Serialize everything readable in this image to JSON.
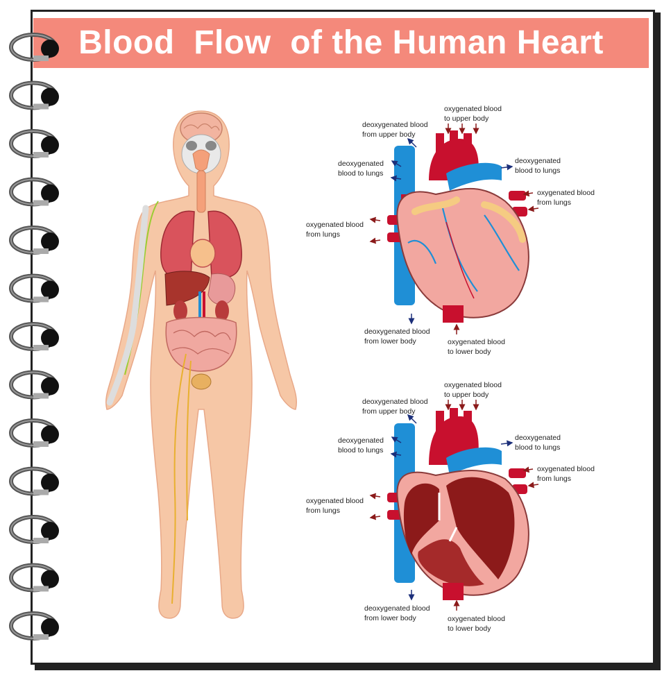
{
  "title": "Blood  Flow  of the Human Heart",
  "colors": {
    "banner": "#f4897b",
    "oxygenated": "#c8102e",
    "deoxygenated": "#1f8fd6",
    "arrow_red": "#8b1a1a",
    "arrow_blue": "#1c2f7a"
  },
  "heart_external": {
    "labels": {
      "oxy_upper": "oxygenated blood\nto upper body",
      "deoxy_upper": "deoxygenated blood\nfrom upper body",
      "deoxy_lungs_left": "deoxygenated\nblood to lungs",
      "deoxy_lungs_right": "deoxygenated\nblood to lungs",
      "oxy_from_lungs_right": "oxygenated blood\nfrom lungs",
      "oxy_from_lungs_left": "oxygenated blood\nfrom lungs",
      "deoxy_lower": "deoxygenated blood\nfrom lower body",
      "oxy_lower": "oxygenated blood\nto lower body"
    }
  },
  "heart_internal": {
    "labels": {
      "oxy_upper": "oxygenated blood\nto upper body",
      "deoxy_upper": "deoxygenated blood\nfrom upper body",
      "deoxy_lungs_left": "deoxygenated\nblood to lungs",
      "deoxy_lungs_right": "deoxygenated\nblood to lungs",
      "oxy_from_lungs_right": "oxygenated blood\nfrom lungs",
      "oxy_from_lungs_left": "oxygenated blood\nfrom lungs",
      "deoxy_lower": "deoxygenated blood\nfrom lower body",
      "oxy_lower": "oxygenated blood\nto lower body"
    }
  }
}
